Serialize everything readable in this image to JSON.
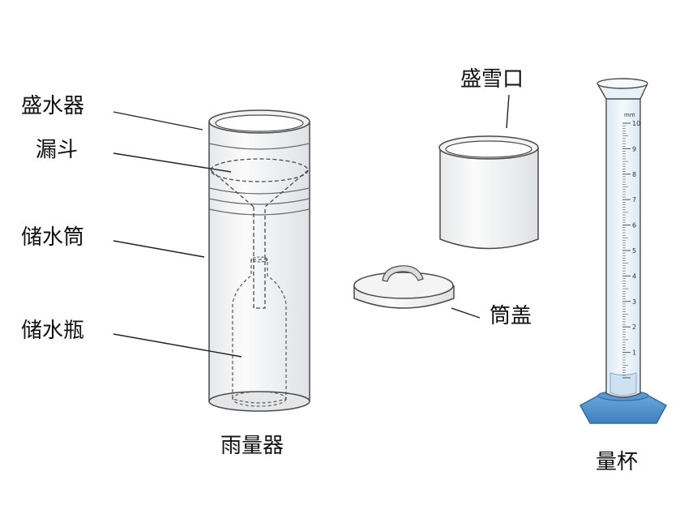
{
  "labels": {
    "water_container": "盛水器",
    "funnel": "漏斗",
    "storage_cylinder": "储水筒",
    "storage_bottle": "储水瓶",
    "rain_gauge": "雨量器",
    "snow_mouth": "盛雪口",
    "cylinder_lid": "筒盖",
    "measuring_cup": "量杯"
  },
  "measuring_cup": {
    "unit": "mm",
    "ticks": [
      "1",
      "2",
      "3",
      "4",
      "5",
      "6",
      "7",
      "8",
      "9",
      "10"
    ]
  },
  "colors": {
    "outline": "#4a4a4a",
    "glass": "#eef4fa",
    "base": "#4f8fca",
    "liquid": "#cde1f2"
  }
}
